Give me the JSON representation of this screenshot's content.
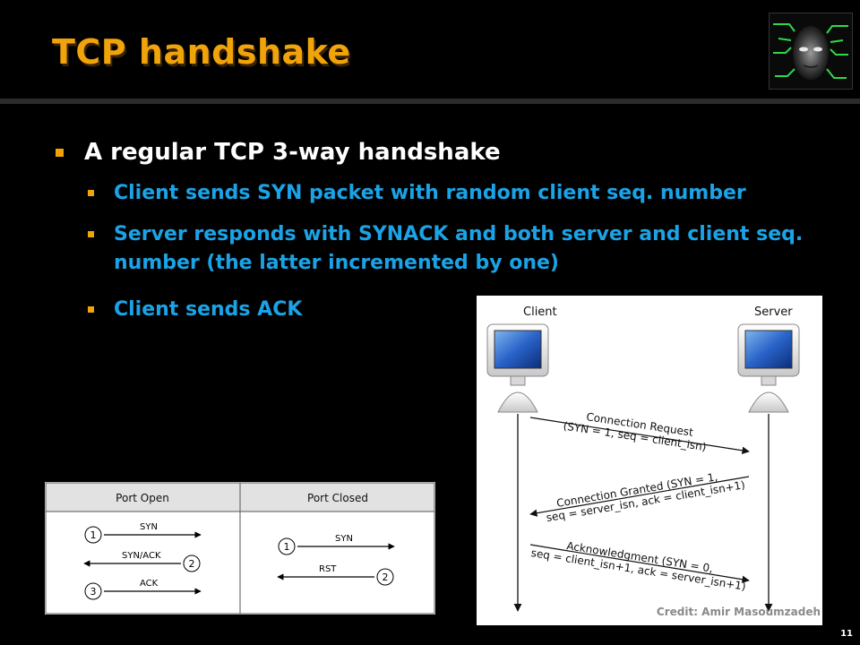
{
  "slide": {
    "title": "TCP handshake",
    "page_number": "11",
    "credit": "Credit: Amir Masoumzadeh"
  },
  "bullets": {
    "main": "A regular TCP 3-way handshake",
    "sub": [
      "Client sends SYN packet with random client seq. number",
      "Server responds with SYNACK and both server and client seq. number (the latter incremented by one)",
      "Client sends ACK"
    ]
  },
  "sequence_diagram": {
    "client_label": "Client",
    "server_label": "Server",
    "messages": [
      {
        "line1": "Connection Request",
        "line2": "(SYN = 1, seq = client_isn)",
        "direction": "client-to-server"
      },
      {
        "line1": "Connection Granted (SYN = 1,",
        "line2": "seq = server_isn, ack = client_isn+1)",
        "direction": "server-to-client"
      },
      {
        "line1": "Acknowledgment (SYN = 0,",
        "line2": "seq = client_isn+1, ack = server_isn+1)",
        "direction": "client-to-server"
      }
    ]
  },
  "port_table": {
    "columns": [
      "Port Open",
      "Port Closed"
    ],
    "open_steps": [
      {
        "num": "1",
        "label": "SYN",
        "direction": "right"
      },
      {
        "num": "2",
        "label": "SYN/ACK",
        "direction": "left"
      },
      {
        "num": "3",
        "label": "ACK",
        "direction": "right"
      }
    ],
    "closed_steps": [
      {
        "num": "1",
        "label": "SYN",
        "direction": "right"
      },
      {
        "num": "2",
        "label": "RST",
        "direction": "left"
      }
    ]
  },
  "colors": {
    "background": "#000000",
    "title": "#f0a30a",
    "bullet_marker": "#f0a30a",
    "main_bullet_text": "#ffffff",
    "sub_bullet_text": "#1aa3e6"
  },
  "icons": [
    "logo-image",
    "client-computer-icon",
    "server-computer-icon"
  ]
}
